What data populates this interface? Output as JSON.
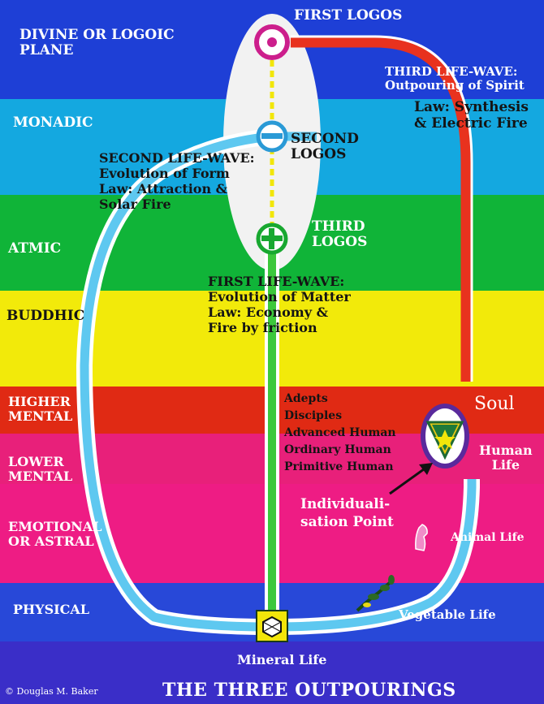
{
  "colors": {
    "divine": "#1e3fd6",
    "monadic": "#14a8e0",
    "atmic": "#10b438",
    "buddhic": "#f2ea0a",
    "higher_mental": "#e02a14",
    "lower_mental": "#e8207a",
    "emotional": "#ee1c84",
    "physical": "#2848d8",
    "footer": "#3a2ec8",
    "outpouring_red": "#e8321e",
    "outpouring_blue": "#5ec8f0",
    "outpouring_green": "#3cc83c",
    "core_white": "#f2f2f2"
  },
  "planes": [
    {
      "key": "divine",
      "label": "DIVINE OR LOGOIC\nPLANE"
    },
    {
      "key": "monadic",
      "label": "MONADIC"
    },
    {
      "key": "atmic",
      "label": "ATMIC"
    },
    {
      "key": "buddhic",
      "label": "BUDDHIC"
    },
    {
      "key": "higher_mental",
      "label": "HIGHER\nMENTAL"
    },
    {
      "key": "lower_mental",
      "label": "LOWER\nMENTAL"
    },
    {
      "key": "emotional",
      "label": "EMOTIONAL\nOR ASTRAL"
    },
    {
      "key": "physical",
      "label": "PHYSICAL"
    }
  ],
  "logos": {
    "first": "FIRST LOGOS",
    "second": "SECOND\nLOGOS",
    "third": "THIRD\nLOGOS"
  },
  "life_waves": {
    "third": "THIRD LIFE-WAVE:\nOutpouring of Spirit",
    "third_law": "Law: Synthesis\n& Electric Fire",
    "second": "SECOND LIFE-WAVE:\nEvolution of Form\nLaw: Attraction &\nSolar Fire",
    "first": "FIRST LIFE-WAVE:\nEvolution of Matter\nLaw: Economy &\nFire by friction"
  },
  "hierarchy": [
    "Adepts",
    "Disciples",
    "Advanced Human",
    "Ordinary Human",
    "Primitive Human"
  ],
  "soul": "Soul",
  "human_life": "Human\nLife",
  "individualisation": "Individuali-\nsation Point",
  "animal_life": "Animal Life",
  "vegetable_life": "Vegetable Life",
  "mineral_life": "Mineral Life",
  "copyright": "© Douglas M. Baker",
  "title": "THE THREE OUTPOURINGS"
}
